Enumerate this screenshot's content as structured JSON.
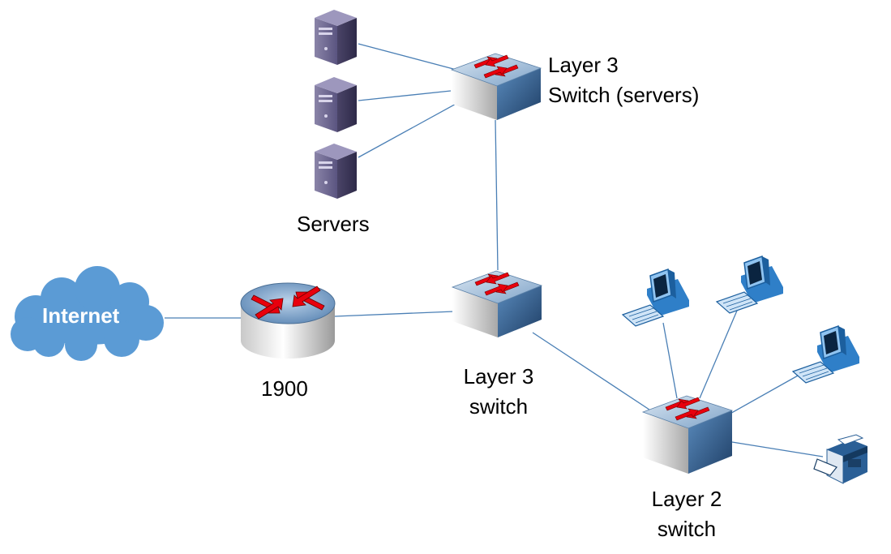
{
  "diagram": {
    "cloud_label": "Internet",
    "router_label": "1900",
    "servers_label": "Servers",
    "core_switch_label": [
      "Layer 3",
      "switch"
    ],
    "server_switch_label": [
      "Layer 3",
      "Switch (servers)"
    ],
    "access_switch_label": [
      "Layer 2",
      "switch"
    ]
  },
  "nodes": [
    {
      "id": "internet",
      "type": "cloud-icon"
    },
    {
      "id": "router-1900",
      "type": "router-icon"
    },
    {
      "id": "l3-switch-core",
      "type": "switch-icon"
    },
    {
      "id": "l3-switch-servers",
      "type": "switch-icon"
    },
    {
      "id": "l2-switch",
      "type": "switch-icon"
    },
    {
      "id": "server-1",
      "type": "server-icon"
    },
    {
      "id": "server-2",
      "type": "server-icon"
    },
    {
      "id": "server-3",
      "type": "server-icon"
    },
    {
      "id": "pc-1",
      "type": "computer-icon"
    },
    {
      "id": "pc-2",
      "type": "computer-icon"
    },
    {
      "id": "pc-3",
      "type": "computer-icon"
    },
    {
      "id": "printer",
      "type": "printer-icon"
    }
  ],
  "links": [
    [
      "internet",
      "router-1900"
    ],
    [
      "router-1900",
      "l3-switch-core"
    ],
    [
      "l3-switch-core",
      "l3-switch-servers"
    ],
    [
      "l3-switch-servers",
      "server-1"
    ],
    [
      "l3-switch-servers",
      "server-2"
    ],
    [
      "l3-switch-servers",
      "server-3"
    ],
    [
      "l3-switch-core",
      "l2-switch"
    ],
    [
      "l2-switch",
      "pc-1"
    ],
    [
      "l2-switch",
      "pc-2"
    ],
    [
      "l2-switch",
      "pc-3"
    ],
    [
      "l2-switch",
      "printer"
    ]
  ],
  "colors": {
    "link": "#4a7fb5",
    "cloud": "#5b9bd5",
    "switch_top": "#a9c4e0",
    "switch_side": "#3d6a99",
    "arrow": "#e8000d",
    "server": "#5e5680"
  }
}
